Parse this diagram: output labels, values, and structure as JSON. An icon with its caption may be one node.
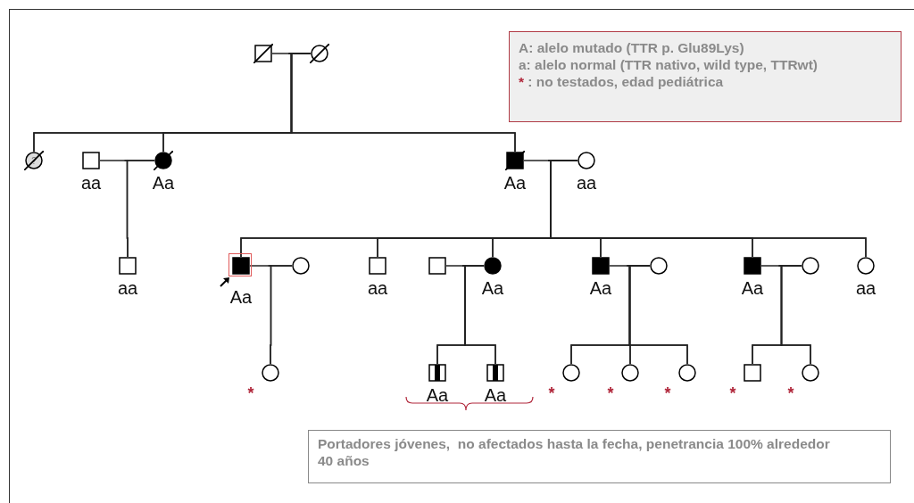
{
  "diagram": {
    "nodes": [
      {
        "text": [],
        "shape": "box"
      },
      {
        "text": [],
        "shape": "circle"
      },
      {
        "text": [
          "?"
        ]
      },
      {
        "text": [],
        "shape": "box",
        "beside": [
          "aa"
        ]
      },
      {
        "text": [],
        "shape": "circle",
        "beside": [
          "Aa"
        ]
      },
      {
        "text": [],
        "shape": "box",
        "beside": [
          "aa"
        ]
      },
      {
        "text": [],
        "shape": "box",
        "beside": [
          "Aa"
        ]
      },
      {
        "text": [],
        "shape": "circle",
        "beside": [
          "aa"
        ]
      },
      {
        "text": [],
        "shape": "box",
        "beside": [
          "Aa"
        ]
      },
      {
        "text": [],
        "shape": "circle"
      },
      {
        "text": [],
        "shape": "circle",
        "beside": [
          "*"
        ]
      },
      {
        "text": [],
        "shape": "box",
        "beside": [
          "aa"
        ]
      },
      {
        "text": [],
        "shape": "box"
      },
      {
        "text": [],
        "shape": "circle",
        "beside": [
          "Aa"
        ]
      },
      {
        "text": [],
        "shape": "box",
        "beside": [
          "Aa"
        ]
      },
      {
        "text": [],
        "shape": "box",
        "beside": [
          "Aa"
        ]
      },
      {
        "text": [],
        "shape": "box",
        "beside": [
          "Aa"
        ]
      },
      {
        "text": [],
        "shape": "circle"
      },
      {
        "text": [],
        "shape": "circle",
        "beside": [
          "*"
        ]
      },
      {
        "text": [],
        "shape": "circle",
        "beside": [
          "*"
        ]
      },
      {
        "text": [],
        "shape": "circle",
        "beside": [
          "*"
        ]
      },
      {
        "text": [],
        "shape": "box",
        "beside": [
          "Aa"
        ]
      },
      {
        "text": [],
        "shape": "circle"
      },
      {
        "text": [],
        "shape": "box",
        "beside": [
          "*"
        ]
      },
      {
        "text": [],
        "shape": "circle",
        "beside": [
          "*"
        ]
      },
      {
        "text": [],
        "shape": "circle",
        "beside": [
          "aa"
        ]
      }
    ],
    "edges": [
      {
        "from": 0,
        "to": 1,
        "arrow": "none"
      },
      {
        "from": 0,
        "to": 2,
        "arrow": "none"
      },
      {
        "from": 1,
        "to": 2,
        "arrow": "none"
      },
      {
        "from": 0,
        "to": 4,
        "arrow": "none"
      },
      {
        "from": 1,
        "to": 4,
        "arrow": "none"
      },
      {
        "from": 0,
        "to": 6,
        "arrow": "none"
      },
      {
        "from": 1,
        "to": 6,
        "arrow": "none"
      },
      {
        "from": 3,
        "to": 4,
        "arrow": "none"
      },
      {
        "from": 3,
        "to": 5,
        "arrow": "none"
      },
      {
        "from": 4,
        "to": 5,
        "arrow": "none"
      },
      {
        "from": 6,
        "to": 7,
        "arrow": "none"
      },
      {
        "from": 6,
        "to": 8,
        "arrow": "none"
      },
      {
        "from": 7,
        "to": 8,
        "arrow": "none"
      },
      {
        "from": 6,
        "to": 11,
        "arrow": "none"
      },
      {
        "from": 7,
        "to": 11,
        "arrow": "none"
      },
      {
        "from": 6,
        "to": 13,
        "arrow": "none"
      },
      {
        "from": 7,
        "to": 13,
        "arrow": "none"
      },
      {
        "from": 6,
        "to": 16,
        "arrow": "none"
      },
      {
        "from": 7,
        "to": 16,
        "arrow": "none"
      },
      {
        "from": 6,
        "to": 21,
        "arrow": "none"
      },
      {
        "from": 7,
        "to": 21,
        "arrow": "none"
      },
      {
        "from": 6,
        "to": 25,
        "arrow": "none"
      },
      {
        "from": 7,
        "to": 25,
        "arrow": "none"
      },
      {
        "from": 8,
        "to": 9,
        "arrow": "none"
      },
      {
        "from": 8,
        "to": 10,
        "arrow": "none"
      },
      {
        "from": 9,
        "to": 10,
        "arrow": "none"
      },
      {
        "from": 12,
        "to": 13,
        "arrow": "none"
      },
      {
        "from": 12,
        "to": 14,
        "arrow": "none"
      },
      {
        "from": 13,
        "to": 14,
        "arrow": "none"
      },
      {
        "from": 12,
        "to": 15,
        "arrow": "none"
      },
      {
        "from": 13,
        "to": 15,
        "arrow": "none"
      },
      {
        "from": 16,
        "to": 17,
        "arrow": "none"
      },
      {
        "from": 16,
        "to": 18,
        "arrow": "none"
      },
      {
        "from": 17,
        "to": 18,
        "arrow": "none"
      },
      {
        "from": 16,
        "to": 19,
        "arrow": "none"
      },
      {
        "from": 17,
        "to": 19,
        "arrow": "none"
      },
      {
        "from": 16,
        "to": 20,
        "arrow": "none"
      },
      {
        "from": 17,
        "to": 20,
        "arrow": "none"
      },
      {
        "from": 21,
        "to": 22,
        "arrow": "none"
      },
      {
        "from": 21,
        "to": 23,
        "arrow": "none"
      },
      {
        "from": 22,
        "to": 23,
        "arrow": "none"
      },
      {
        "from": 21,
        "to": 24,
        "arrow": "none"
      },
      {
        "from": 22,
        "to": 24,
        "arrow": "none"
      }
    ],
    "labels": [
      "A: alelo mutado (TTR p. Glu89Lys)",
      "a: alelo normal (TTR nativo, wild type, TTRwt)",
      "* : no testados, edad pediátrica",
      "Portadores jóvenes,  no afectados hasta la fecha, penetrancia 100% alrededor 40 años"
    ]
  }
}
